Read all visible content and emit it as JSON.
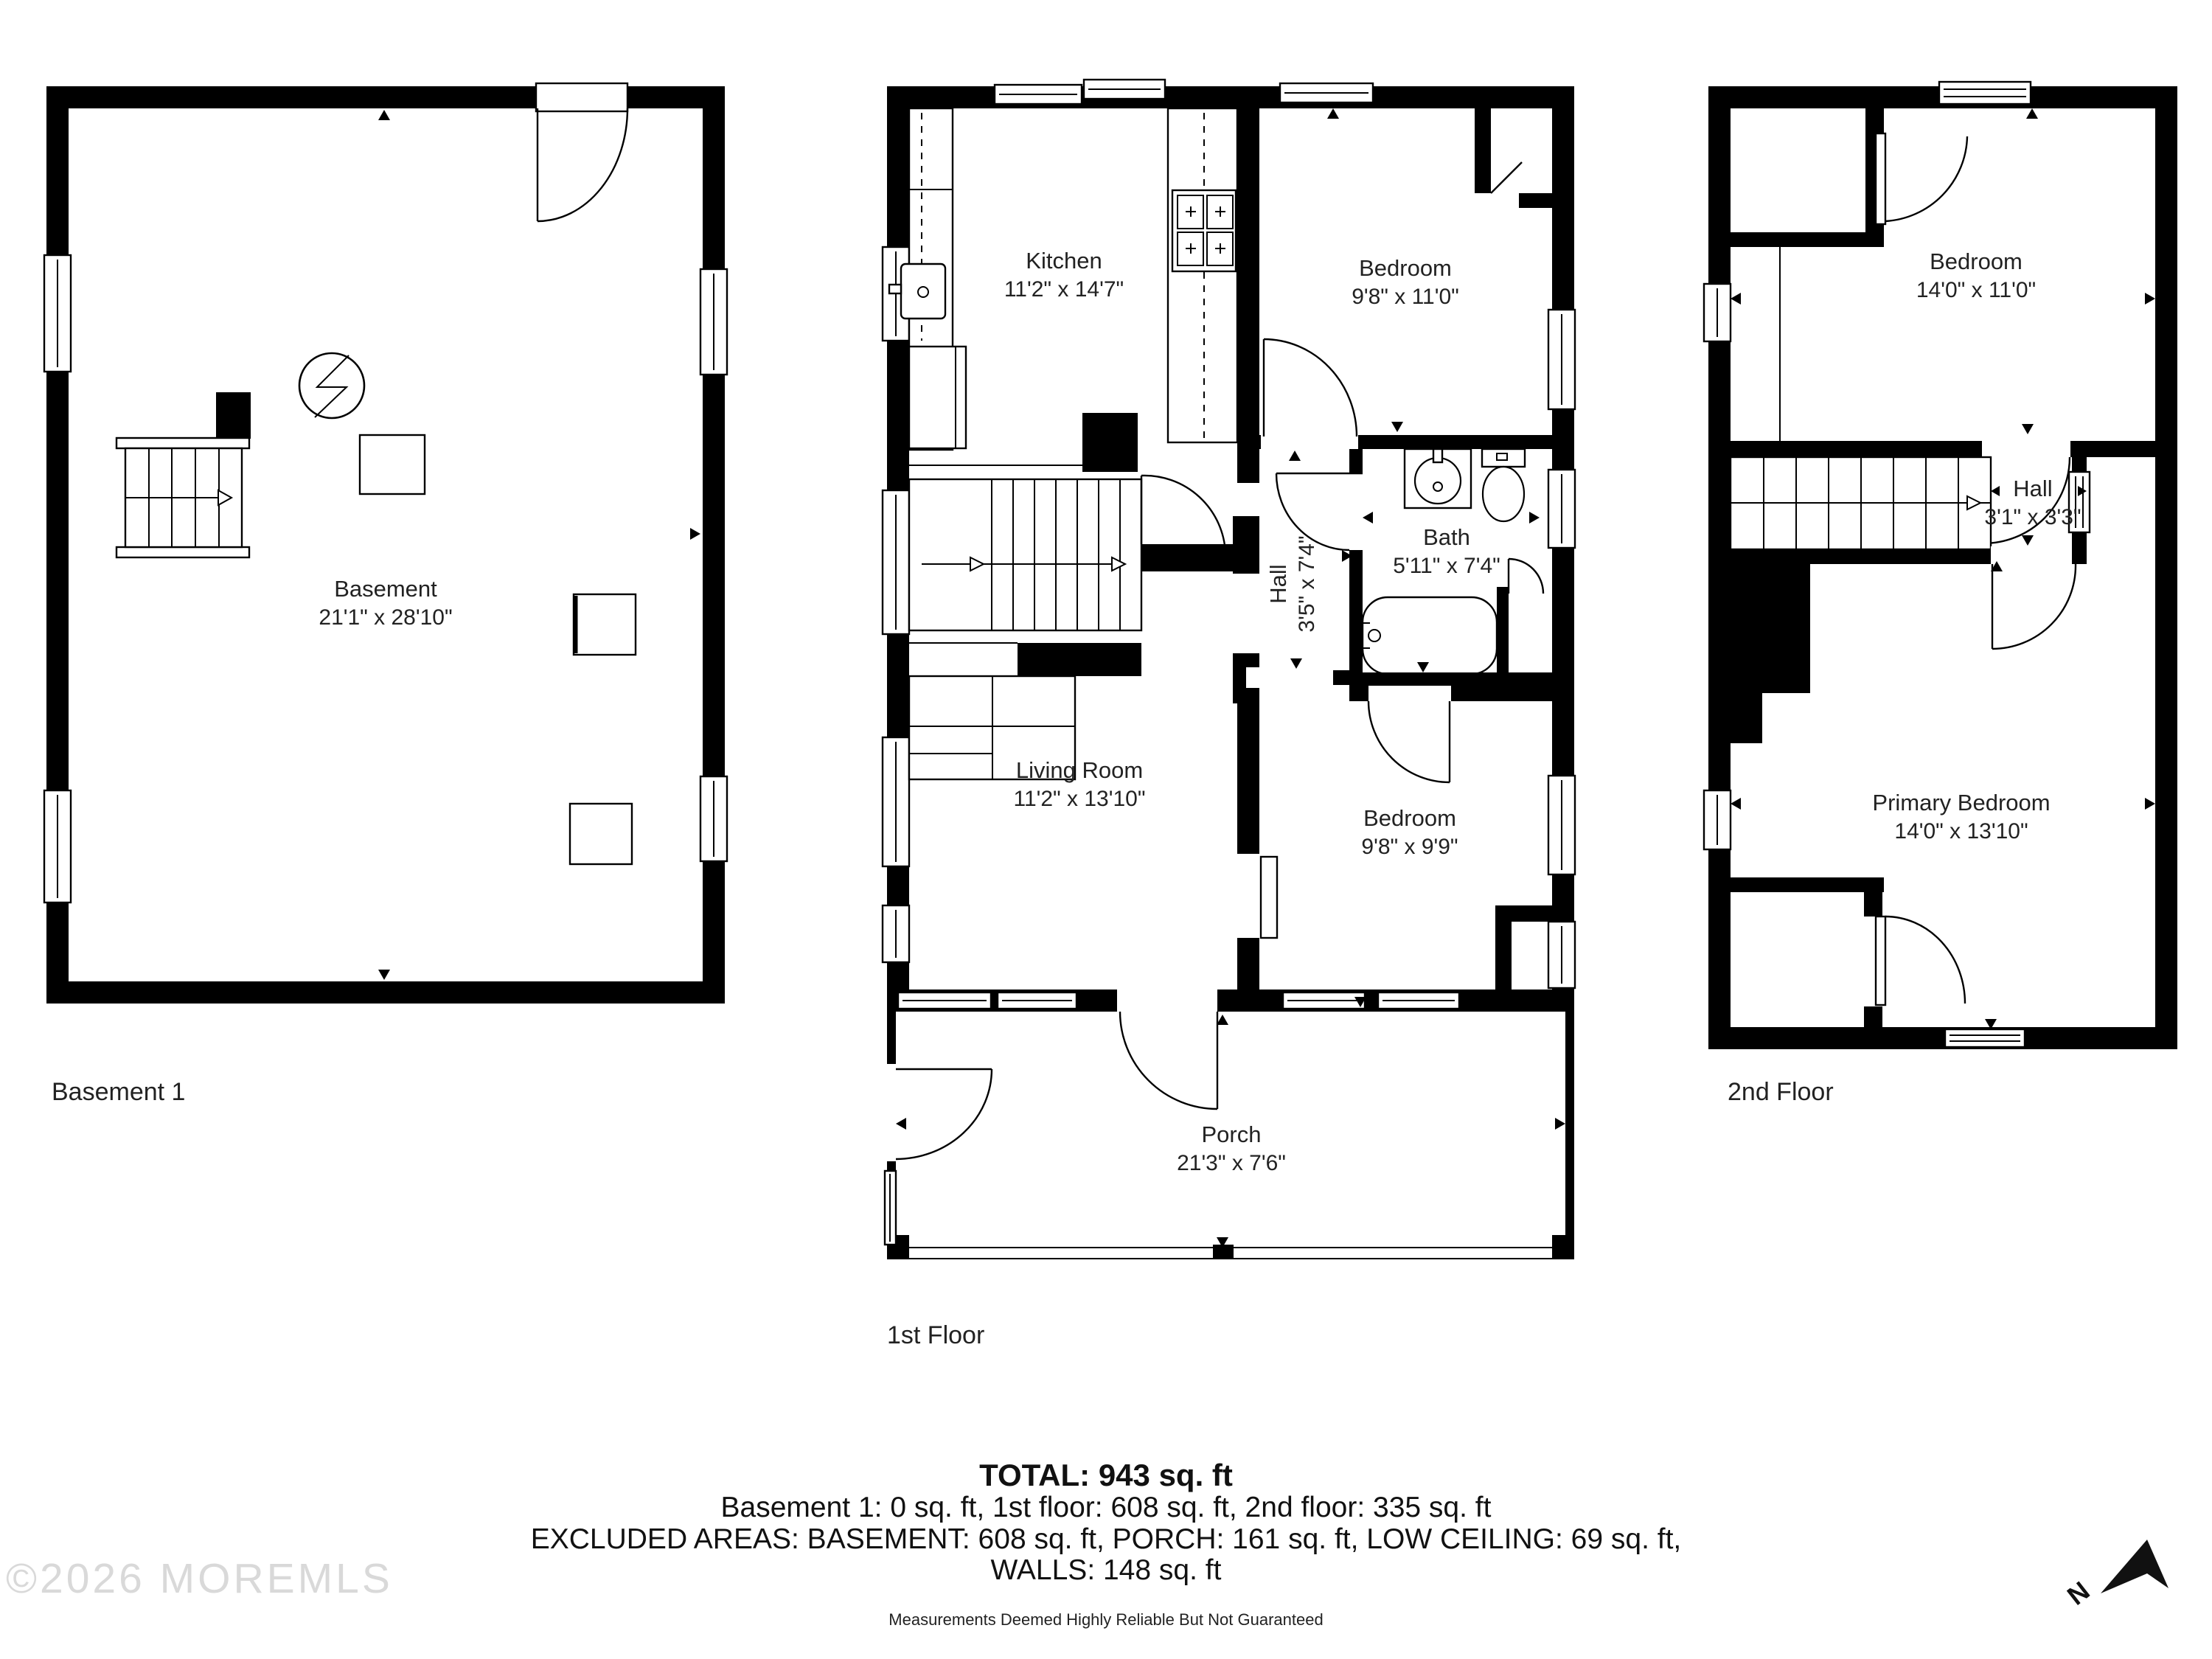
{
  "floors": {
    "basement": {
      "caption": "Basement 1",
      "rooms": {
        "basement": {
          "name": "Basement",
          "dims": "21'1\" x 28'10\""
        }
      }
    },
    "first": {
      "caption": "1st Floor",
      "rooms": {
        "kitchen": {
          "name": "Kitchen",
          "dims": "11'2\" x 14'7\""
        },
        "bedroom1": {
          "name": "Bedroom",
          "dims": "9'8\" x 11'0\""
        },
        "hall": {
          "name": "Hall",
          "dims": "3'5\" x 7'4\""
        },
        "bath": {
          "name": "Bath",
          "dims": "5'11\" x 7'4\""
        },
        "living": {
          "name": "Living Room",
          "dims": "11'2\" x 13'10\""
        },
        "bedroom2": {
          "name": "Bedroom",
          "dims": "9'8\" x 9'9\""
        },
        "porch": {
          "name": "Porch",
          "dims": "21'3\" x 7'6\""
        }
      }
    },
    "second": {
      "caption": "2nd Floor",
      "rooms": {
        "bedroom": {
          "name": "Bedroom",
          "dims": "14'0\" x 11'0\""
        },
        "hall": {
          "name": "Hall",
          "dims": "3'1\" x 3'3\""
        },
        "primary": {
          "name": "Primary Bedroom",
          "dims": "14'0\" x 13'10\""
        }
      }
    }
  },
  "summary": {
    "total": "TOTAL: 943 sq. ft",
    "line2": "Basement 1: 0 sq. ft, 1st floor: 608 sq. ft, 2nd floor: 335 sq. ft",
    "line3": "EXCLUDED AREAS: BASEMENT: 608 sq. ft, PORCH: 161 sq. ft, LOW CEILING: 69 sq. ft,",
    "line4": "WALLS: 148 sq. ft",
    "disclaimer": "Measurements Deemed Highly Reliable But Not Guaranteed"
  },
  "watermark": "©2026 MOREMLS",
  "compass": {
    "north_label": "N"
  },
  "colors": {
    "wall": "#000000",
    "background": "#ffffff",
    "watermark": "#d9d9d9"
  }
}
